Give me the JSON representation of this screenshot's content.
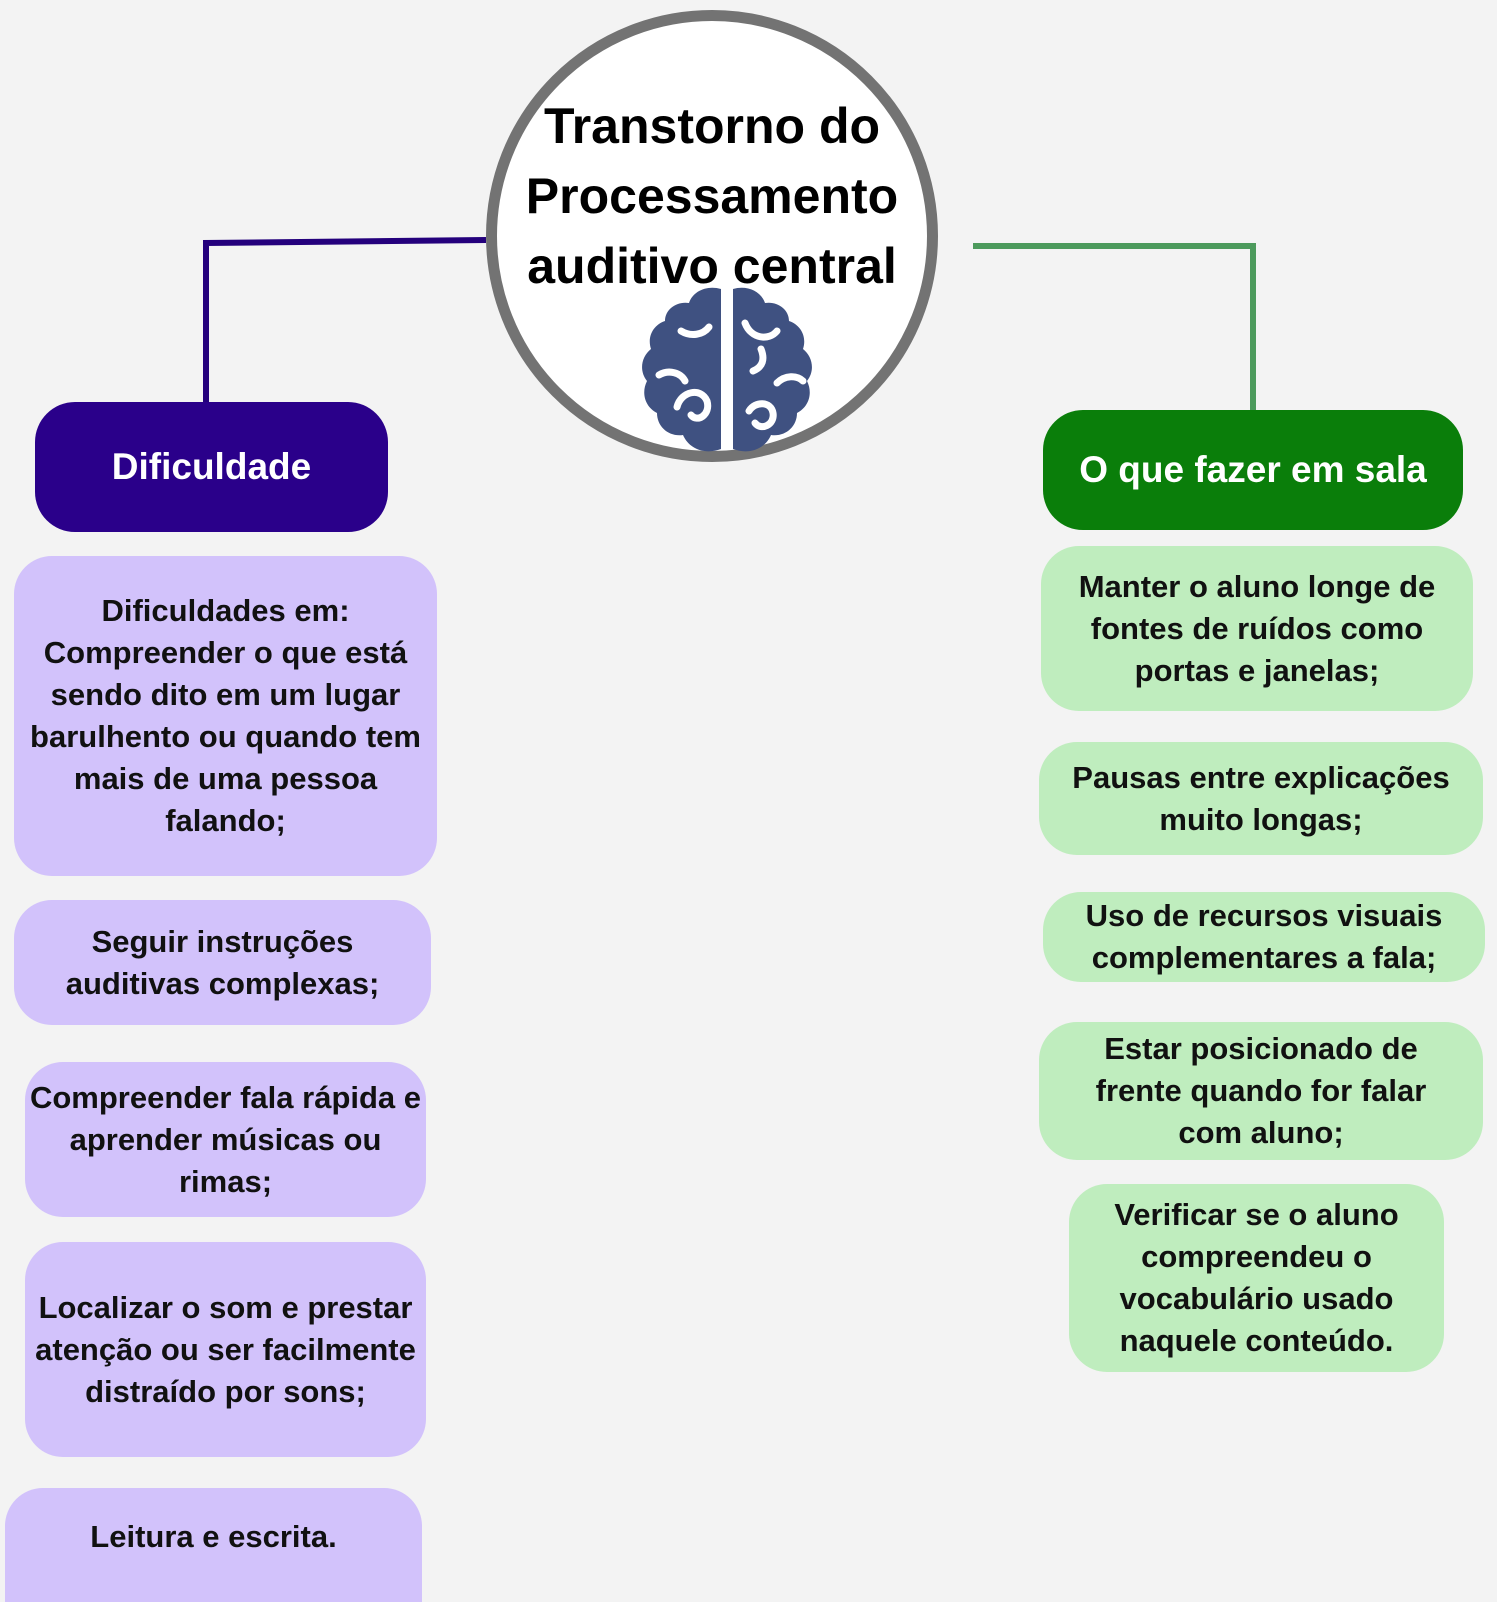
{
  "colors": {
    "background": "#f3f3f3",
    "left_branch": "#2a008a",
    "right_branch": "#0a7e0a",
    "left_items": "#d2c2fb",
    "right_items": "#bfedbe",
    "connector_left": "#24007c",
    "connector_right": "#4c9a5c",
    "circle_border": "#737373",
    "brain_icon": "#3f5181"
  },
  "center": {
    "title": "Transtorno do\nProcessamento\nauditivo central",
    "icon": "brain-icon"
  },
  "left": {
    "header": "Dificuldade",
    "items": [
      "Dificuldades em: Compreender o que está sendo dito em um lugar barulhento ou quando tem mais de uma pessoa falando;",
      "Seguir instruções auditivas complexas;",
      "Compreender fala rápida e aprender músicas ou rimas;",
      "Localizar o som e prestar atenção ou ser facilmente distraído por sons;",
      "Leitura e escrita."
    ]
  },
  "right": {
    "header": "O que fazer em sala",
    "items": [
      "Manter o aluno longe de fontes de ruídos como portas e janelas;",
      "Pausas entre explicações muito longas;",
      "Uso de recursos visuais complementares a fala;",
      "Estar posicionado de frente quando for falar com aluno;",
      "Verificar se o aluno compreendeu o vocabulário usado naquele conteúdo."
    ]
  }
}
